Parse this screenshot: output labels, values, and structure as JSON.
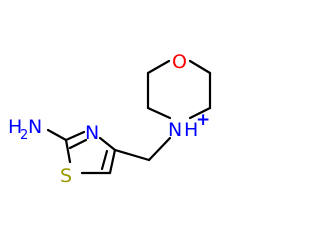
{
  "molecule": {
    "atoms": {
      "amine_nitrogen": {
        "element": "N",
        "hydrogens": "2",
        "color": "#0000ff"
      },
      "thiazole_nitrogen": {
        "element": "N",
        "color": "#0000ff"
      },
      "thiazole_sulfur": {
        "element": "S",
        "color": "#999900"
      },
      "morpholine_oxygen": {
        "element": "O",
        "color": "#ff0000"
      },
      "morpholinium_nitrogen": {
        "element": "N",
        "hydrogens": "H",
        "charge": "+",
        "color": "#0000ff"
      }
    },
    "colors": {
      "bond": "#000000",
      "background": "#ffffff"
    }
  }
}
